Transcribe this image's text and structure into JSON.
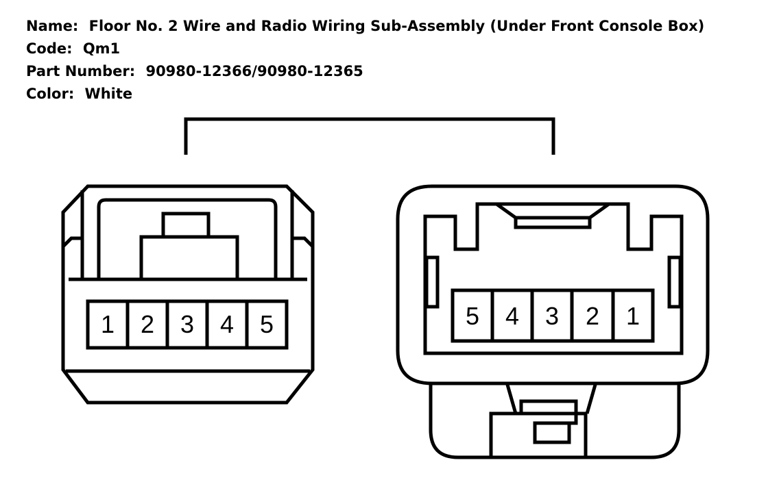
{
  "info": {
    "name_label": "Name:",
    "name_value": "Floor No. 2 Wire and Radio Wiring Sub-Assembly (Under Front Console Box)",
    "code_label": "Code:",
    "code_value": "Qm1",
    "part_label": "Part Number:",
    "part_value": "90980-12366/90980-12365",
    "color_label": "Color:",
    "color_value": "White"
  },
  "left_connector": {
    "pins": [
      "1",
      "2",
      "3",
      "4",
      "5"
    ]
  },
  "right_connector": {
    "pins": [
      "5",
      "4",
      "3",
      "2",
      "1"
    ]
  }
}
